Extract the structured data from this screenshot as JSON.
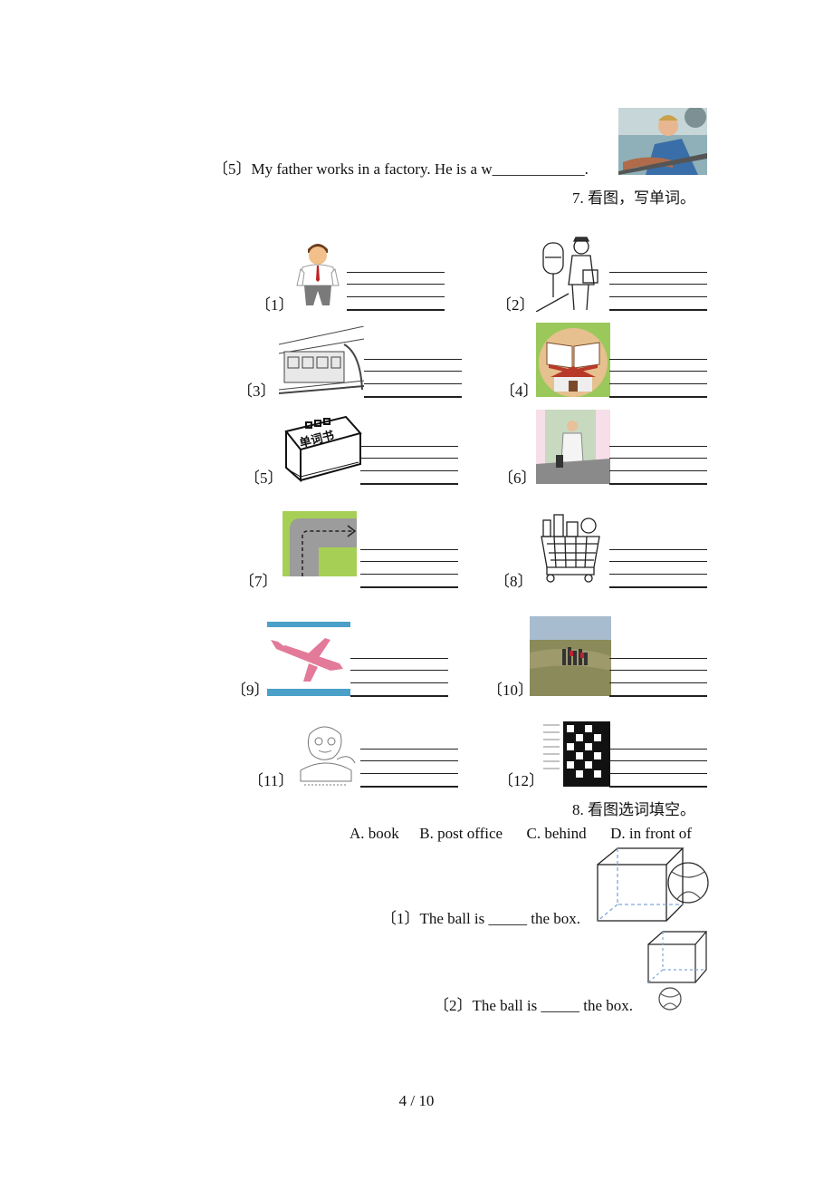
{
  "q5": {
    "number": "〔5〕",
    "text": "My father works in a factory. He is a w____________."
  },
  "section7": {
    "title": "7. 看图，写单词。",
    "items": [
      {
        "label": "〔1〕"
      },
      {
        "label": "〔2〕"
      },
      {
        "label": "〔3〕"
      },
      {
        "label": "〔4〕"
      },
      {
        "label": "〔5〕"
      },
      {
        "label": "〔6〕"
      },
      {
        "label": "〔7〕"
      },
      {
        "label": "〔8〕"
      },
      {
        "label": "〔9〕"
      },
      {
        "label": "〔10〕"
      },
      {
        "label": "〔11〕"
      },
      {
        "label": "〔12〕"
      }
    ],
    "book_cover_text": "单词书"
  },
  "section8": {
    "title": "8. 看图选词填空。",
    "options": [
      "A. book",
      "B. post office",
      "C. behind",
      "D. in front of"
    ],
    "q1": {
      "number": "〔1〕",
      "text": "The ball is _____ the box."
    },
    "q2": {
      "number": "〔2〕",
      "text": "The ball is _____ the box."
    }
  },
  "footer": {
    "page": "4 / 10"
  }
}
